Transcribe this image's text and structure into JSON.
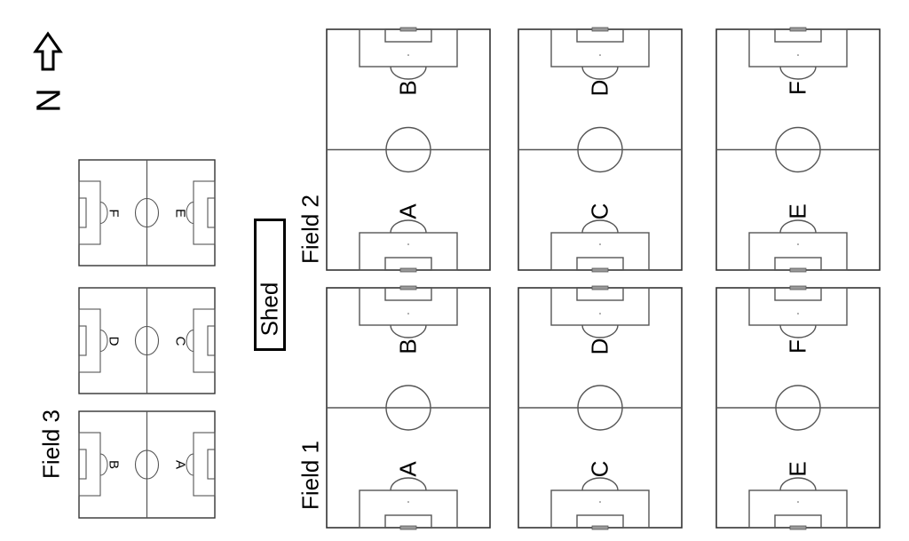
{
  "compass": {
    "letter": "N",
    "arrow": "up-arrow-outline"
  },
  "labels": {
    "field1": "Field 1",
    "field2": "Field 2",
    "field3": "Field 3",
    "shed": "Shed"
  },
  "colors": {
    "line": "#555555",
    "border": "#333333",
    "text": "#000000",
    "background": "#ffffff"
  },
  "main_fields": [
    {
      "name": "Field 2",
      "row": 0,
      "pitches": [
        {
          "top_letter": "B",
          "bottom_letter": "A"
        },
        {
          "top_letter": "D",
          "bottom_letter": "C"
        },
        {
          "top_letter": "F",
          "bottom_letter": "E"
        }
      ]
    },
    {
      "name": "Field 1",
      "row": 1,
      "pitches": [
        {
          "top_letter": "B",
          "bottom_letter": "A"
        },
        {
          "top_letter": "D",
          "bottom_letter": "C"
        },
        {
          "top_letter": "F",
          "bottom_letter": "E"
        }
      ]
    }
  ],
  "field3_pitches": [
    {
      "left_letter": "F",
      "right_letter": "E"
    },
    {
      "left_letter": "D",
      "right_letter": "C"
    },
    {
      "left_letter": "B",
      "right_letter": "A"
    }
  ]
}
